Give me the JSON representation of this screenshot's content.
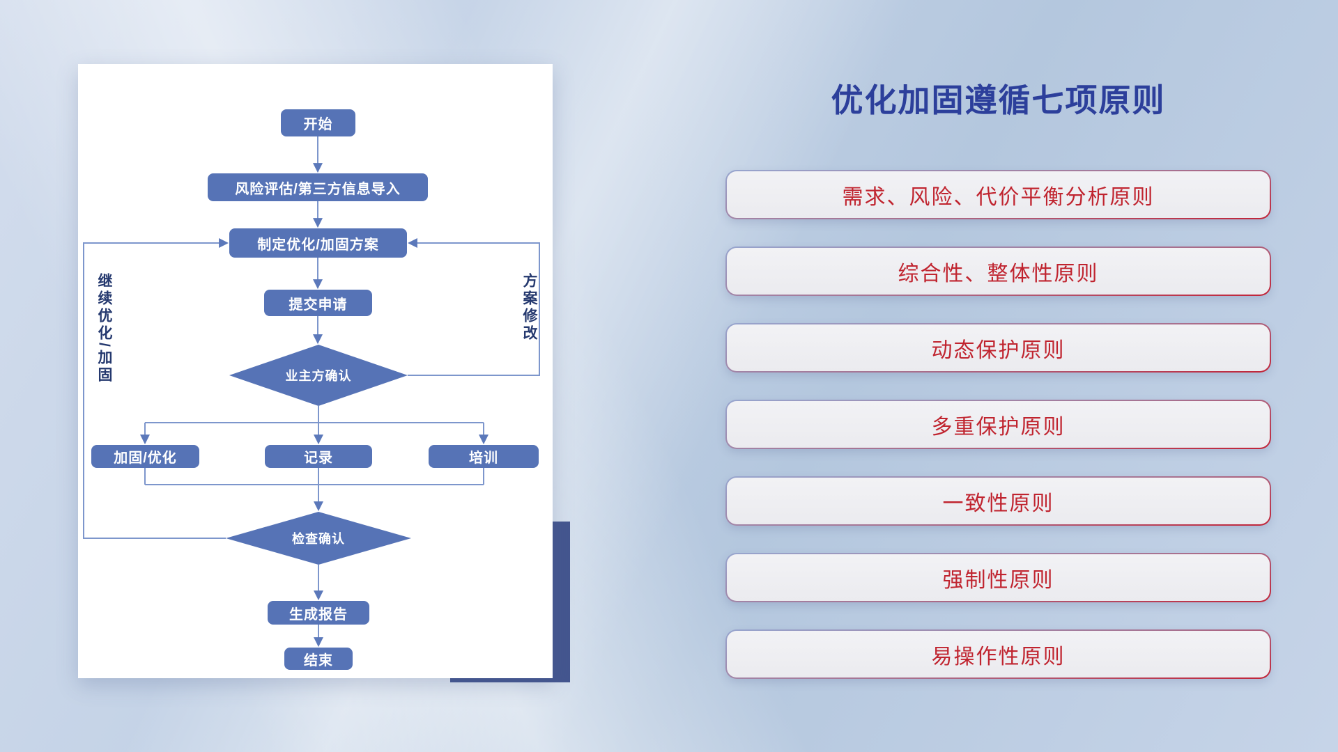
{
  "colors": {
    "node_fill": "#5673b6",
    "flow_line": "#7d96cc",
    "arrow_fill": "#5b78ba",
    "title": "#2c3f9b",
    "principle_text": "#c0242f",
    "pill_bg": "#f2f2f5",
    "pill_border_top": "#97a6cf",
    "pill_border_bottom": "#c22438",
    "shadow_block": "#44568f",
    "side_label": "#24386e"
  },
  "flowchart": {
    "nodes": {
      "start": "开始",
      "risk": "风险评估/第三方信息导入",
      "plan": "制定优化/加固方案",
      "submit": "提交申请",
      "owner_confirm": "业主方确认",
      "reinforce": "加固/优化",
      "record": "记录",
      "training": "培训",
      "check_confirm": "检查确认",
      "report": "生成报告",
      "end": "结束"
    },
    "labels": {
      "left_loop": "继续优化/加固",
      "right_loop": "方案修改"
    }
  },
  "panel": {
    "title": "优化加固遵循七项原则",
    "principles": [
      {
        "label": "需求、风险、代价平衡分析原则"
      },
      {
        "label": "综合性、整体性原则"
      },
      {
        "label": "动态保护原则"
      },
      {
        "label": "多重保护原则"
      },
      {
        "label": "一致性原则"
      },
      {
        "label": "强制性原则"
      },
      {
        "label": "易操作性原则"
      }
    ]
  }
}
